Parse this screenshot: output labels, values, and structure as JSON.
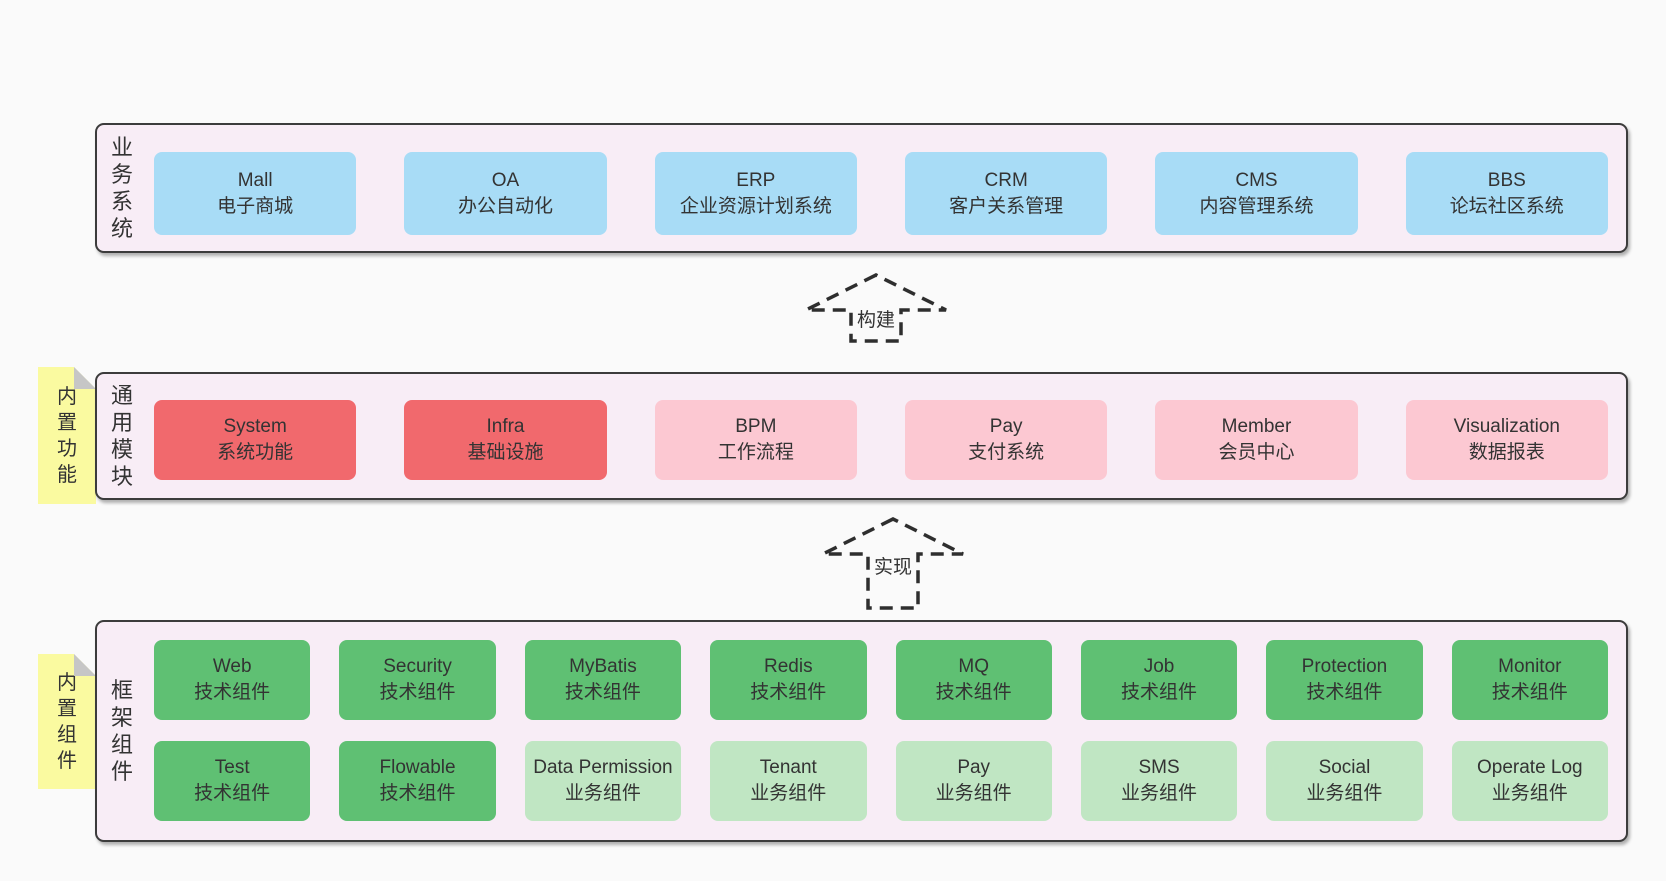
{
  "diagram": {
    "arrows": {
      "build": "构建",
      "implement": "实现"
    },
    "panels": {
      "business": {
        "side_label": "业务系统",
        "boxes": [
          {
            "name": "Mall",
            "subtitle": "电子商城",
            "variant": "blue"
          },
          {
            "name": "OA",
            "subtitle": "办公自动化",
            "variant": "blue"
          },
          {
            "name": "ERP",
            "subtitle": "企业资源计划系统",
            "variant": "blue"
          },
          {
            "name": "CRM",
            "subtitle": "客户关系管理",
            "variant": "blue"
          },
          {
            "name": "CMS",
            "subtitle": "内容管理系统",
            "variant": "blue"
          },
          {
            "name": "BBS",
            "subtitle": "论坛社区系统",
            "variant": "blue"
          }
        ]
      },
      "modules": {
        "side_label": "通用模块",
        "sticky_note": "内置功能",
        "boxes": [
          {
            "name": "System",
            "subtitle": "系统功能",
            "variant": "red"
          },
          {
            "name": "Infra",
            "subtitle": "基础设施",
            "variant": "red"
          },
          {
            "name": "BPM",
            "subtitle": "工作流程",
            "variant": "pink"
          },
          {
            "name": "Pay",
            "subtitle": "支付系统",
            "variant": "pink"
          },
          {
            "name": "Member",
            "subtitle": "会员中心",
            "variant": "pink"
          },
          {
            "name": "Visualization",
            "subtitle": "数据报表",
            "variant": "pink"
          }
        ]
      },
      "framework": {
        "side_label": "框架组件",
        "sticky_note": "内置组件",
        "rows": [
          [
            {
              "name": "Web",
              "subtitle": "技术组件",
              "variant": "green"
            },
            {
              "name": "Security",
              "subtitle": "技术组件",
              "variant": "green"
            },
            {
              "name": "MyBatis",
              "subtitle": "技术组件",
              "variant": "green"
            },
            {
              "name": "Redis",
              "subtitle": "技术组件",
              "variant": "green"
            },
            {
              "name": "MQ",
              "subtitle": "技术组件",
              "variant": "green"
            },
            {
              "name": "Job",
              "subtitle": "技术组件",
              "variant": "green"
            },
            {
              "name": "Protection",
              "subtitle": "技术组件",
              "variant": "green"
            },
            {
              "name": "Monitor",
              "subtitle": "技术组件",
              "variant": "green"
            }
          ],
          [
            {
              "name": "Test",
              "subtitle": "技术组件",
              "variant": "green"
            },
            {
              "name": "Flowable",
              "subtitle": "技术组件",
              "variant": "green"
            },
            {
              "name": "Data Permission",
              "subtitle": "业务组件",
              "variant": "green-light"
            },
            {
              "name": "Tenant",
              "subtitle": "业务组件",
              "variant": "green-light"
            },
            {
              "name": "Pay",
              "subtitle": "业务组件",
              "variant": "green-light"
            },
            {
              "name": "SMS",
              "subtitle": "业务组件",
              "variant": "green-light"
            },
            {
              "name": "Social",
              "subtitle": "业务组件",
              "variant": "green-light"
            },
            {
              "name": "Operate Log",
              "subtitle": "业务组件",
              "variant": "green-light"
            }
          ]
        ]
      }
    },
    "colors": {
      "page_bg": "#fafafa",
      "panel_bg": "#f8edf6",
      "panel_border": "#3c3c3c",
      "blue": "#a8dcf6",
      "red": "#f1696d",
      "pink": "#fcc8d2",
      "green": "#5fc073",
      "green_light": "#c0e6c3",
      "sticky_yellow": "#fafaa0",
      "fold_gray": "#c6c6c6",
      "dash": "#2e2e2e",
      "text": "#333333"
    }
  }
}
